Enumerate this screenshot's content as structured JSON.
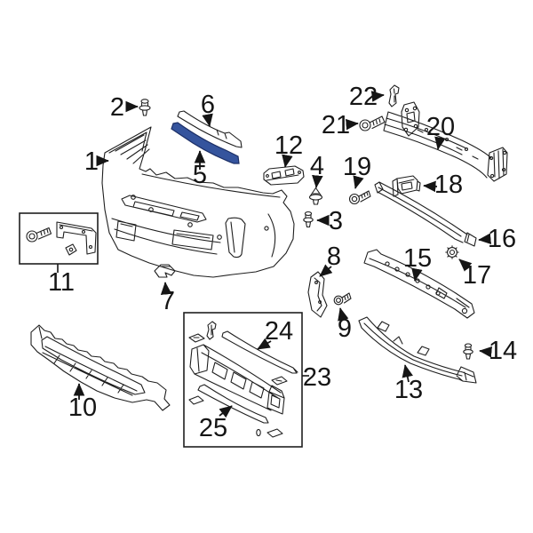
{
  "diagram": {
    "highlighted_callout": "5",
    "colors": {
      "background": "#ffffff",
      "line": "#1f1f1f",
      "label": "#151515",
      "highlight_fill": "#35549D",
      "highlight_stroke": "#1c2f66"
    },
    "callouts": [
      "1",
      "2",
      "3",
      "4",
      "5",
      "6",
      "7",
      "8",
      "9",
      "10",
      "11",
      "12",
      "13",
      "14",
      "15",
      "16",
      "17",
      "18",
      "19",
      "20",
      "21",
      "22",
      "23",
      "24",
      "25"
    ]
  }
}
